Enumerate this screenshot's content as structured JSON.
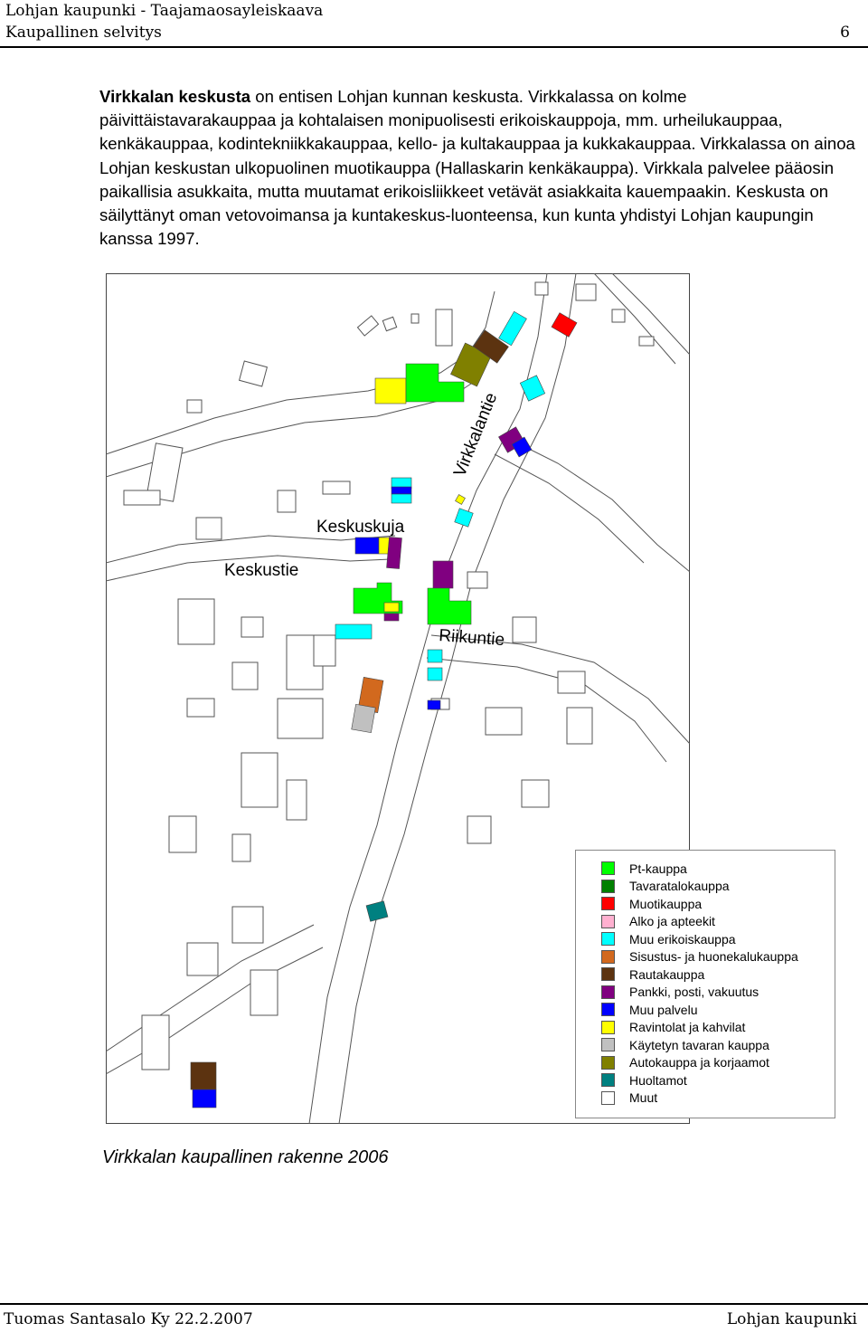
{
  "header": {
    "line1": "Lohjan kaupunki - Taajamaosayleiskaava",
    "line2": "Kaupallinen selvitys",
    "page_number": "6"
  },
  "intro": {
    "lead_bold": "Virkkalan keskusta",
    "text": " on entisen Lohjan kunnan keskusta. Virkkalassa on kolme päivittäistavarakauppaa ja kohtalaisen monipuolisesti erikoiskauppoja, mm. urheilukauppaa, kenkäkauppaa, kodintekniikkakauppaa, kello- ja kultakauppaa ja kukkakauppaa. Virkkalassa on ainoa Lohjan keskustan ulkopuolinen muotikauppa (Hallaskarin kenkäkauppa). Virkkala palvelee pääosin paikallisia asukkaita, mutta muutamat erikoisliikkeet vetävät asiakkaita kauempaakin. Keskusta on säilyttänyt oman vetovoimansa ja kuntakeskus-luonteensa, kun kunta yhdistyi Lohjan kaupungin kanssa 1997."
  },
  "map": {
    "street_labels": {
      "virkkalantie": "Virkkalantie",
      "keskuskuja": "Keskuskuja",
      "keskustie": "Keskustie",
      "riikuntie": "Riikuntie"
    },
    "legend": [
      {
        "label": "Pt-kauppa",
        "color": "#00ff00"
      },
      {
        "label": "Tavaratalokauppa",
        "color": "#008000"
      },
      {
        "label": "Muotikauppa",
        "color": "#ff0000"
      },
      {
        "label": "Alko ja apteekit",
        "color": "#ffb0d0"
      },
      {
        "label": "Muu erikoiskauppa",
        "color": "#00ffff"
      },
      {
        "label": "Sisustus- ja huonekalukauppa",
        "color": "#d2691e"
      },
      {
        "label": "Rautakauppa",
        "color": "#5c3310"
      },
      {
        "label": "Pankki, posti, vakuutus",
        "color": "#800080"
      },
      {
        "label": "Muu palvelu",
        "color": "#0000ff"
      },
      {
        "label": "Ravintolat ja kahvilat",
        "color": "#ffff00"
      },
      {
        "label": "Käytetyn tavaran kauppa",
        "color": "#c0c0c0"
      },
      {
        "label": "Autokauppa ja korjaamot",
        "color": "#808000"
      },
      {
        "label": "Huoltamot",
        "color": "#008080"
      },
      {
        "label": "Muut",
        "color": "#ffffff"
      }
    ]
  },
  "caption": "Virkkalan kaupallinen rakenne 2006",
  "footer": {
    "left": "Tuomas Santasalo Ky  22.2.2007",
    "right": "Lohjan kaupunki"
  }
}
